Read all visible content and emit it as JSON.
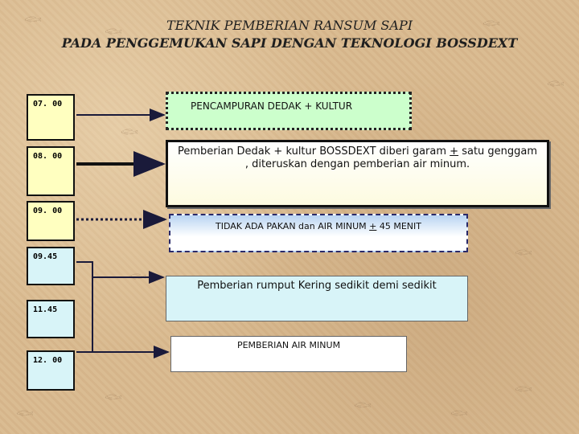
{
  "title": {
    "line1": "TEKNIK PEMBERIAN RANSUM SAPI",
    "line2": "PADA PENGGEMUKAN SAPI DENGAN TEKNOLOGI BOSSDEXT"
  },
  "times": [
    "07. 00",
    "08. 00",
    "09. 00",
    "09.45",
    "11.45",
    "12. 00"
  ],
  "activities": {
    "a1": "PENCAMPURAN DEDAK + KULTUR",
    "a2_part1": "Pemberian Dedak + kultur BOSSDEXT diberi garam ",
    "a2_pm": "+",
    "a2_part2": " satu genggam  , diteruskan dengan pemberian air minum.",
    "a3_part1": "TIDAK ADA PAKAN dan AIR MINUM ",
    "a3_pm": "+",
    "a3_part2": " 45 MENIT",
    "a4": "Pemberian rumput Kering sedikit demi sedikit",
    "a5": "PEMBERIAN AIR MINUM"
  },
  "colors": {
    "background": "#d9b98e",
    "time_box_yellow": "#ffffc0",
    "time_box_blue": "#d8f4f8",
    "box_green": "#ccffcc",
    "box_light_blue": "#d8f4f8",
    "box_blue_gradient": "#b9d4f2"
  }
}
